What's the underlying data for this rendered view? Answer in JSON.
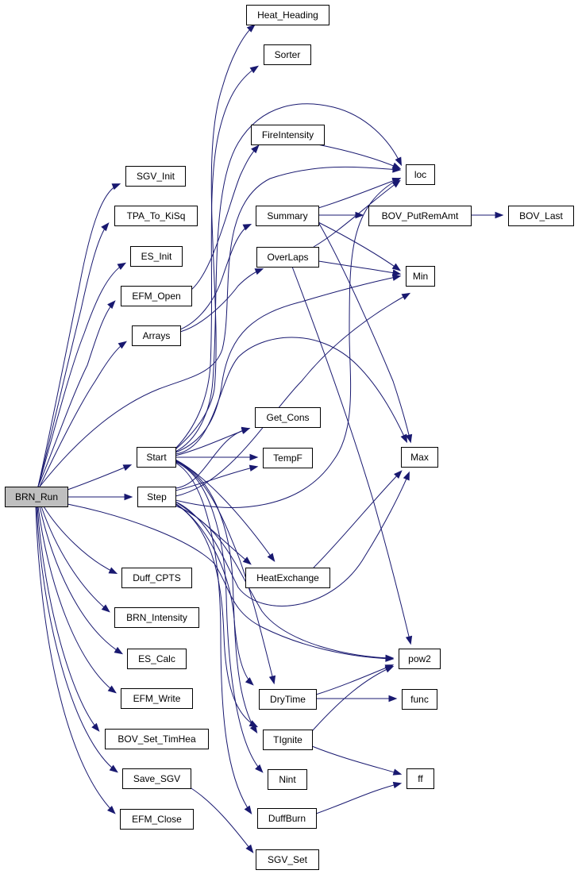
{
  "graph": {
    "nodes": [
      {
        "id": "BRN_Run",
        "label": "BRN_Run"
      },
      {
        "id": "SGV_Init",
        "label": "SGV_Init"
      },
      {
        "id": "TPA_To_KiSq",
        "label": "TPA_To_KiSq"
      },
      {
        "id": "ES_Init",
        "label": "ES_Init"
      },
      {
        "id": "EFM_Open",
        "label": "EFM_Open"
      },
      {
        "id": "Arrays",
        "label": "Arrays"
      },
      {
        "id": "Start",
        "label": "Start"
      },
      {
        "id": "Step",
        "label": "Step"
      },
      {
        "id": "Duff_CPTS",
        "label": "Duff_CPTS"
      },
      {
        "id": "BRN_Intensity",
        "label": "BRN_Intensity"
      },
      {
        "id": "ES_Calc",
        "label": "ES_Calc"
      },
      {
        "id": "EFM_Write",
        "label": "EFM_Write"
      },
      {
        "id": "BOV_Set_TimHea",
        "label": "BOV_Set_TimHea"
      },
      {
        "id": "Save_SGV",
        "label": "Save_SGV"
      },
      {
        "id": "EFM_Close",
        "label": "EFM_Close"
      },
      {
        "id": "Heat_Heading",
        "label": "Heat_Heading"
      },
      {
        "id": "Sorter",
        "label": "Sorter"
      },
      {
        "id": "FireIntensity",
        "label": "FireIntensity"
      },
      {
        "id": "Summary",
        "label": "Summary"
      },
      {
        "id": "OverLaps",
        "label": "OverLaps"
      },
      {
        "id": "Get_Cons",
        "label": "Get_Cons"
      },
      {
        "id": "TempF",
        "label": "TempF"
      },
      {
        "id": "HeatExchange",
        "label": "HeatExchange"
      },
      {
        "id": "DryTime",
        "label": "DryTime"
      },
      {
        "id": "TIgnite",
        "label": "TIgnite"
      },
      {
        "id": "Nint",
        "label": "Nint"
      },
      {
        "id": "DuffBurn",
        "label": "DuffBurn"
      },
      {
        "id": "SGV_Set",
        "label": "SGV_Set"
      },
      {
        "id": "loc",
        "label": "loc"
      },
      {
        "id": "Min",
        "label": "Min"
      },
      {
        "id": "Max",
        "label": "Max"
      },
      {
        "id": "pow2",
        "label": "pow2"
      },
      {
        "id": "func",
        "label": "func"
      },
      {
        "id": "ff",
        "label": "ff"
      },
      {
        "id": "BOV_PutRemAmt",
        "label": "BOV_PutRemAmt"
      },
      {
        "id": "BOV_Last",
        "label": "BOV_Last"
      }
    ],
    "edges": [
      [
        "BRN_Run",
        "SGV_Init"
      ],
      [
        "BRN_Run",
        "TPA_To_KiSq"
      ],
      [
        "BRN_Run",
        "ES_Init"
      ],
      [
        "BRN_Run",
        "EFM_Open"
      ],
      [
        "BRN_Run",
        "Arrays"
      ],
      [
        "BRN_Run",
        "Start"
      ],
      [
        "BRN_Run",
        "Step"
      ],
      [
        "BRN_Run",
        "Duff_CPTS"
      ],
      [
        "BRN_Run",
        "BRN_Intensity"
      ],
      [
        "BRN_Run",
        "ES_Calc"
      ],
      [
        "BRN_Run",
        "EFM_Write"
      ],
      [
        "BRN_Run",
        "BOV_Set_TimHea"
      ],
      [
        "BRN_Run",
        "Save_SGV"
      ],
      [
        "BRN_Run",
        "EFM_Close"
      ],
      [
        "BRN_Run",
        "loc"
      ],
      [
        "BRN_Run",
        "pow2"
      ],
      [
        "EFM_Open",
        "FireIntensity"
      ],
      [
        "Arrays",
        "Summary"
      ],
      [
        "Arrays",
        "OverLaps"
      ],
      [
        "Start",
        "Heat_Heading"
      ],
      [
        "Start",
        "Sorter"
      ],
      [
        "Start",
        "loc"
      ],
      [
        "Start",
        "Min"
      ],
      [
        "Start",
        "Max"
      ],
      [
        "Start",
        "Get_Cons"
      ],
      [
        "Start",
        "TempF"
      ],
      [
        "Start",
        "HeatExchange"
      ],
      [
        "Start",
        "DryTime"
      ],
      [
        "Start",
        "TIgnite"
      ],
      [
        "Start",
        "Nint"
      ],
      [
        "Start",
        "DuffBurn"
      ],
      [
        "Step",
        "Get_Cons"
      ],
      [
        "Step",
        "TempF"
      ],
      [
        "Step",
        "HeatExchange"
      ],
      [
        "Step",
        "Min"
      ],
      [
        "Step",
        "Max"
      ],
      [
        "Step",
        "loc"
      ],
      [
        "Step",
        "DryTime"
      ],
      [
        "Step",
        "TIgnite"
      ],
      [
        "Step",
        "pow2"
      ],
      [
        "FireIntensity",
        "loc"
      ],
      [
        "Summary",
        "loc"
      ],
      [
        "Summary",
        "BOV_PutRemAmt"
      ],
      [
        "Summary",
        "Min"
      ],
      [
        "Summary",
        "Max"
      ],
      [
        "OverLaps",
        "loc"
      ],
      [
        "OverLaps",
        "Min"
      ],
      [
        "OverLaps",
        "pow2"
      ],
      [
        "BOV_PutRemAmt",
        "BOV_Last"
      ],
      [
        "HeatExchange",
        "Max"
      ],
      [
        "DryTime",
        "pow2"
      ],
      [
        "DryTime",
        "func"
      ],
      [
        "TIgnite",
        "pow2"
      ],
      [
        "TIgnite",
        "ff"
      ],
      [
        "DuffBurn",
        "ff"
      ],
      [
        "Save_SGV",
        "SGV_Set"
      ]
    ]
  }
}
